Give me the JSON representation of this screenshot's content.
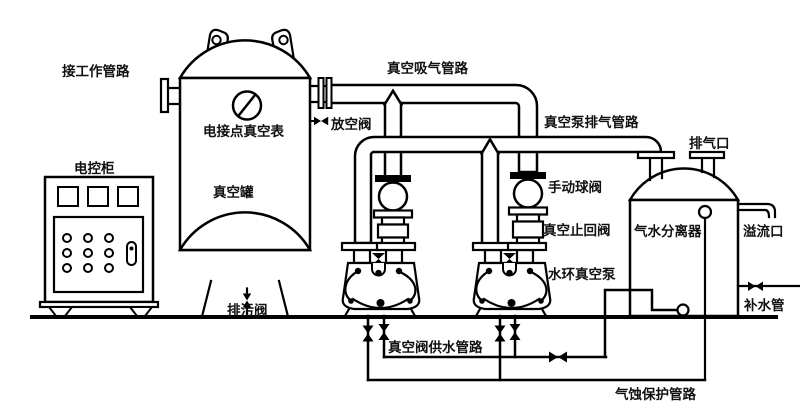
{
  "colors": {
    "line": "#000000",
    "background": "#ffffff"
  },
  "labels": {
    "work_pipeline": "接工作管路",
    "suction_pipeline": "真空吸气管路",
    "gauge": "电接点真空表",
    "vent_valve": "放空阀",
    "exhaust_pipeline": "真空泵排气管路",
    "exhaust_port": "排气口",
    "control_cabinet": "电控柜",
    "manual_ball_valve": "手动球阀",
    "vacuum_tank": "真空罐",
    "separator": "气水分离器",
    "overflow": "溢流口",
    "check_valve": "真空止回阀",
    "water_ring_pump": "水环真空泵",
    "drain_valve": "排污阀",
    "makeup_pipe": "补水管",
    "supply_pipeline": "真空阀供水管路",
    "cavitation_pipeline": "气蚀保护管路"
  }
}
